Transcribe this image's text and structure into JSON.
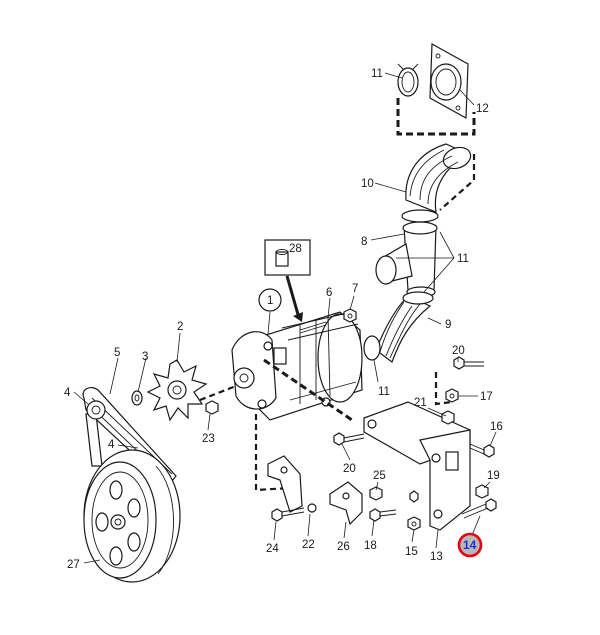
{
  "callouts": {
    "c1": "1",
    "c2": "2",
    "c3": "3",
    "c4a": "4",
    "c4b": "4",
    "c5": "5",
    "c6": "6",
    "c7": "7",
    "c8": "8",
    "c9": "9",
    "c10": "10",
    "c11a": "11",
    "c11b": "11",
    "c11c": "11",
    "c12": "12",
    "c13": "13",
    "c14": "14",
    "c15": "15",
    "c16": "16",
    "c17": "17",
    "c18": "18",
    "c19": "19",
    "c20a": "20",
    "c20b": "20",
    "c21": "21",
    "c22": "22",
    "c23": "23",
    "c24": "24",
    "c25": "25",
    "c26": "26",
    "c27": "27",
    "c28": "28"
  },
  "highlight": {
    "part": "14",
    "ring_color": "#e60012",
    "text_color": "#1f2fd4"
  },
  "colors": {
    "line": "#1a1a1a",
    "background": "#ffffff"
  }
}
